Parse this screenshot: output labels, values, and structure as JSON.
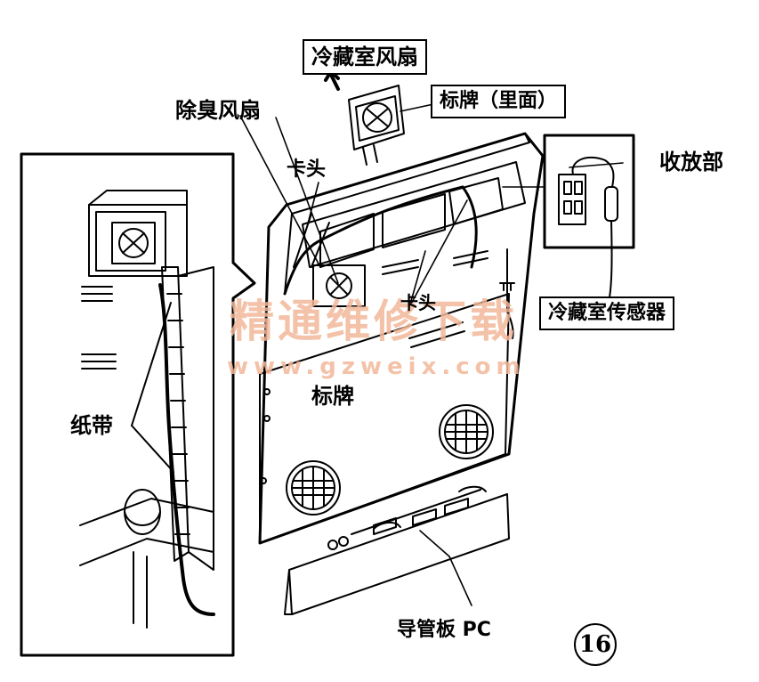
{
  "labels": {
    "fridge_fan": "冷藏室风扇",
    "nameplate_back": "标牌（里面）",
    "deodor_fan": "除臭风扇",
    "clip_top": "卡头",
    "storage": "收放部",
    "clip_mid": "卡头",
    "fridge_sensor": "冷藏室传感器",
    "nameplate": "标牌",
    "paper_tape": "纸带",
    "duct_plate": "导管板 PC"
  },
  "step_number": "16",
  "watermark": {
    "text": "精通维修下载",
    "url": "www.gzweix.com"
  },
  "colors": {
    "ink": "#000000",
    "watermark": "#f2b89a",
    "background": "#ffffff"
  }
}
